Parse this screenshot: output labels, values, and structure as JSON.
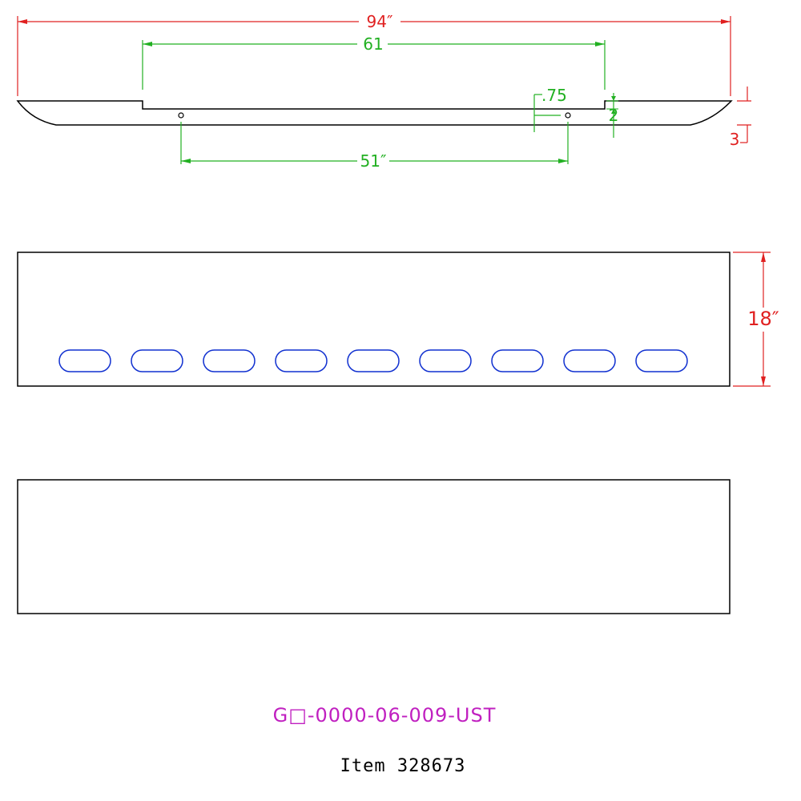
{
  "colors": {
    "outline": "#000000",
    "overall_dimension": "#e02020",
    "inner_dimension": "#22b022",
    "slot": "#1030d0",
    "part_number": "#c020c0",
    "item_text": "#000000"
  },
  "dimensions": {
    "overall_length": "94″",
    "notch_span": "61",
    "hole_spacing": "51″",
    "hole_offset": ".75",
    "notch_depth": "2",
    "end_height": "3",
    "panel_height": "18″"
  },
  "slots": {
    "count": 9
  },
  "labels": {
    "part_number": "G□-0000-06-009-UST",
    "item": "Item 328673"
  }
}
